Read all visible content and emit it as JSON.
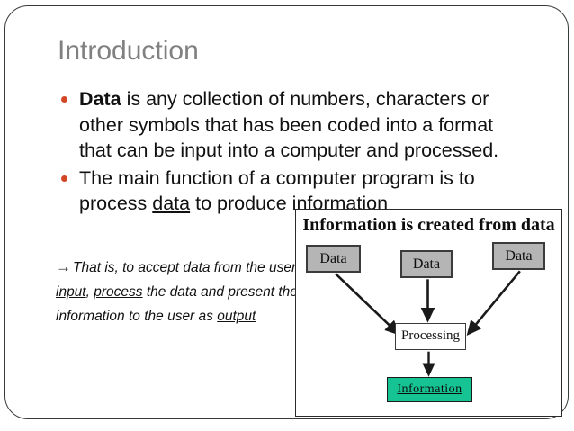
{
  "slide": {
    "title": "Introduction",
    "title_color": "#808080",
    "bullet_color": "#d24726",
    "bullets": [
      {
        "segments": [
          {
            "text": "Data",
            "style": "bold"
          },
          {
            "text": " is any collection of numbers, characters or other symbols that has been coded into a format that can be input into a computer and processed.",
            "style": "normal"
          }
        ]
      },
      {
        "segments": [
          {
            "text": "The main function of a computer program is to process ",
            "style": "normal"
          },
          {
            "text": "data",
            "style": "underline"
          },
          {
            "text": " to produce information",
            "style": "normal"
          }
        ]
      }
    ],
    "subnote": {
      "arrow": "→",
      "segments": [
        {
          "text": "That is, to accept data from the user as ",
          "style": "italic"
        },
        {
          "text": "input",
          "style": "italic-underline"
        },
        {
          "text": ", ",
          "style": "italic"
        },
        {
          "text": "process",
          "style": "italic-underline"
        },
        {
          "text": " the data and present the information to the user as ",
          "style": "italic"
        },
        {
          "text": "output",
          "style": "italic-underline"
        }
      ],
      "lines": [
        "That is, to accept data from the user as",
        "input, process the data and",
        "present the information to the user as",
        "output"
      ]
    }
  },
  "diagram": {
    "title": "Information is created from data",
    "data_boxes": [
      {
        "label": "Data"
      },
      {
        "label": "Data"
      },
      {
        "label": "Data"
      }
    ],
    "processing_box": {
      "label": "Processing"
    },
    "information_box": {
      "label": "Information",
      "color": "#16c493"
    },
    "box_fill": "#b5b5b5",
    "border_color": "#3b3b3b",
    "arrow_count": 4
  }
}
